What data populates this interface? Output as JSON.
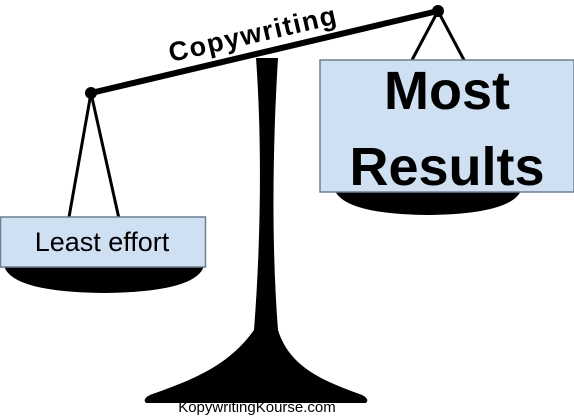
{
  "beam": {
    "label": "Copywriting"
  },
  "left_pan": {
    "label": "Least effort"
  },
  "right_pan": {
    "line1": "Most",
    "line2": "Results"
  },
  "footer": {
    "text": "KopywritingKourse.com"
  },
  "colors": {
    "ink": "#000000",
    "box_fill": "#cfe0f3",
    "box_stroke": "#6f7f90",
    "background": "#ffffff"
  }
}
